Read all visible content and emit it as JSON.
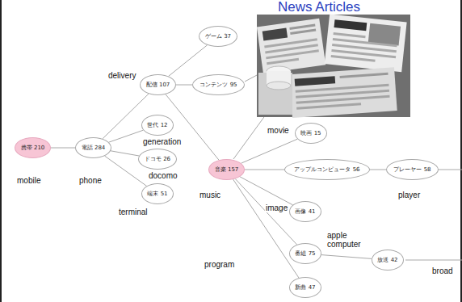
{
  "diagram": {
    "title": "News Articles",
    "nodes": [
      {
        "text": [
          "携帯 210"
        ]
      },
      {
        "text": [
          "電話 284"
        ]
      },
      {
        "text": [
          "配信 107"
        ]
      },
      {
        "text": [
          "ゲーム 37"
        ]
      },
      {
        "text": [
          "コンテンツ 95"
        ]
      },
      {
        "text": [
          "世代 12"
        ]
      },
      {
        "text": [
          "ドコモ 26"
        ]
      },
      {
        "text": [
          "端末 51"
        ]
      },
      {
        "text": [
          "音楽 157"
        ]
      },
      {
        "text": [
          "映画 15"
        ]
      },
      {
        "text": [
          "アップルコンピュータ 56"
        ]
      },
      {
        "text": [
          "プレーヤー 58"
        ]
      },
      {
        "text": [
          "画像 41"
        ]
      },
      {
        "text": [
          "番組 75"
        ]
      },
      {
        "text": [
          "放送 42"
        ]
      },
      {
        "text": [
          "新曲 47"
        ]
      }
    ],
    "edges": [
      {
        "from": 0,
        "to": 1,
        "arrow": "none"
      },
      {
        "from": 1,
        "to": 2,
        "arrow": "none"
      },
      {
        "from": 1,
        "to": 5,
        "arrow": "none"
      },
      {
        "from": 1,
        "to": 6,
        "arrow": "none"
      },
      {
        "from": 1,
        "to": 7,
        "arrow": "none"
      },
      {
        "from": 2,
        "to": 3,
        "arrow": "none"
      },
      {
        "from": 2,
        "to": 4,
        "arrow": "none"
      },
      {
        "from": 2,
        "to": 8,
        "arrow": "none"
      },
      {
        "from": 8,
        "to": 9,
        "arrow": "none"
      },
      {
        "from": 8,
        "to": 10,
        "arrow": "none"
      },
      {
        "from": 10,
        "to": 11,
        "arrow": "none"
      },
      {
        "from": 8,
        "to": 12,
        "arrow": "none"
      },
      {
        "from": 8,
        "to": 13,
        "arrow": "none"
      },
      {
        "from": 8,
        "to": 15,
        "arrow": "none"
      },
      {
        "from": 13,
        "to": 14,
        "arrow": "none"
      }
    ],
    "labels": [
      "delivery",
      "generation",
      "docomo",
      "mobile",
      "phone",
      "music",
      "movie",
      "terminal",
      "image",
      "player",
      "apple computer",
      "program",
      "broad"
    ]
  }
}
